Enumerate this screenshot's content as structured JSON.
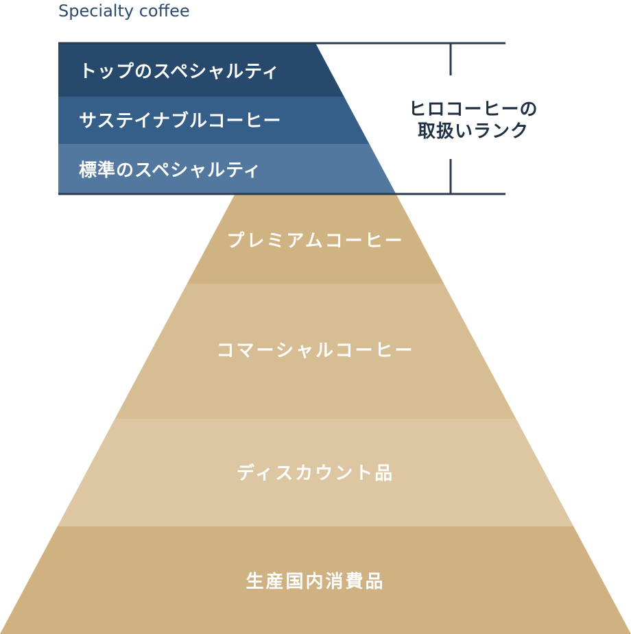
{
  "heading": "Specialty coffee",
  "specialty_tiers": [
    {
      "label": "トップのスペシャルティ",
      "color": "#26496c"
    },
    {
      "label": "サステイナブルコーヒー",
      "color": "#355f89"
    },
    {
      "label": "標準のスペシャルティ",
      "color": "#52789f"
    }
  ],
  "bracket": {
    "line1": "ヒロコーヒーの",
    "line2": "取扱いランク",
    "color": "#2b3a4c"
  },
  "pyramid_tiers": [
    {
      "label": "プレミアムコーヒー",
      "color": "#d0b383"
    },
    {
      "label": "コマーシャルコーヒー",
      "color": "#d6bd93"
    },
    {
      "label": "ディスカウント品",
      "color": "#dcc7a2"
    },
    {
      "label": "生産国内消費品",
      "color": "#d0b182"
    }
  ]
}
